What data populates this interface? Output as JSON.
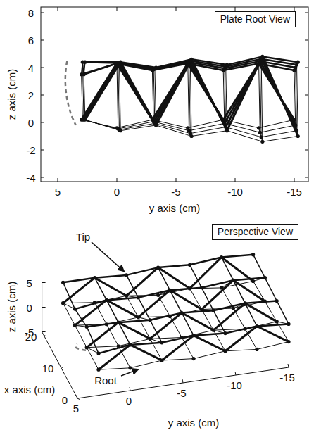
{
  "diagram": {
    "nodes": [
      {
        "text": [
          "Plate Root View"
        ]
      },
      {
        "text": [
          "Perspective View"
        ]
      }
    ],
    "labels": [
      "z axis (cm)",
      "8",
      "6",
      "4",
      "2",
      "0",
      "-2",
      "-4",
      "5",
      "0",
      "-5",
      "-10",
      "-15",
      "y axis (cm)",
      "Tip",
      "Root",
      "z axis (cm)",
      "5",
      "0",
      "-5",
      "x axis (cm)",
      "20",
      "10",
      "0",
      "5",
      "0",
      "-5",
      "-10",
      "-15",
      "y axis (cm)"
    ]
  }
}
